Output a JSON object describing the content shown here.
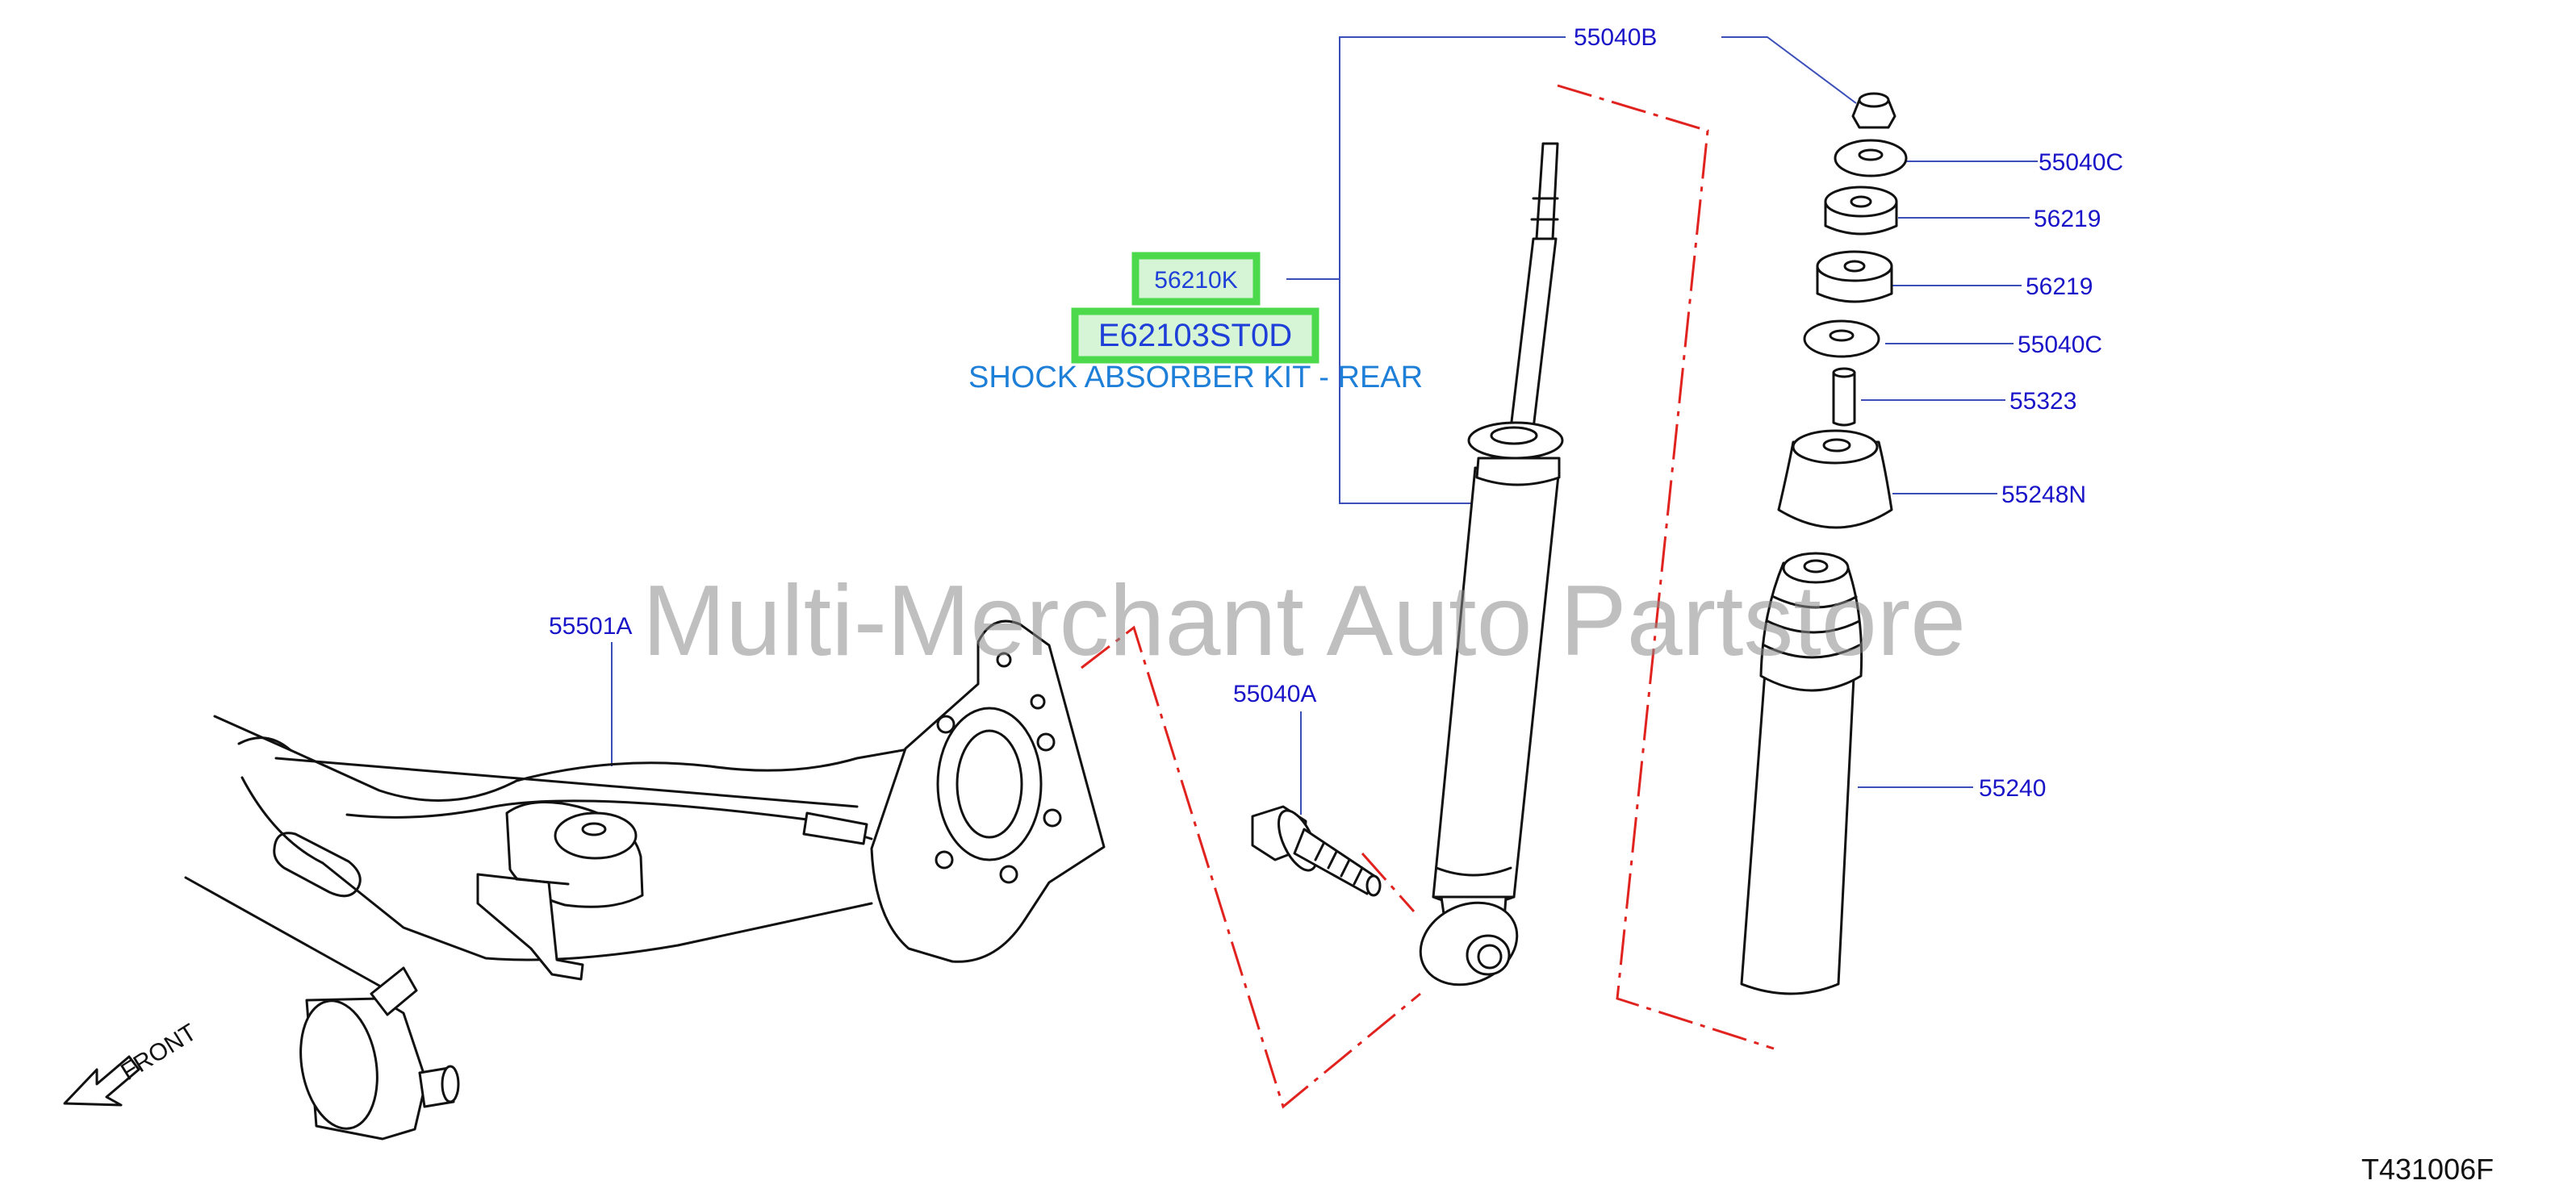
{
  "labels": {
    "p55040B": "55040B",
    "p55040C_top": "55040C",
    "p56219_top": "56219",
    "p56219_bottom": "56219",
    "p55040C_bottom": "55040C",
    "p55323": "55323",
    "p55248N": "55248N",
    "p55240": "55240",
    "p55040A": "55040A",
    "p55501A": "55501A",
    "p56210K": "56210K"
  },
  "highlight": {
    "part_number": "E62103ST0D",
    "description": "SHOCK ABSORBER KIT - REAR"
  },
  "direction_label": "FRONT",
  "diagram_code": "T431006F",
  "watermark": "Multi-Merchant Auto Partstore",
  "colors": {
    "label": "#1a14c8",
    "highlight_box": "#4cd94c",
    "highlight_fill": "#d6f5d6",
    "dash_line": "#e0231f",
    "subtitle": "#1e7fd8"
  }
}
